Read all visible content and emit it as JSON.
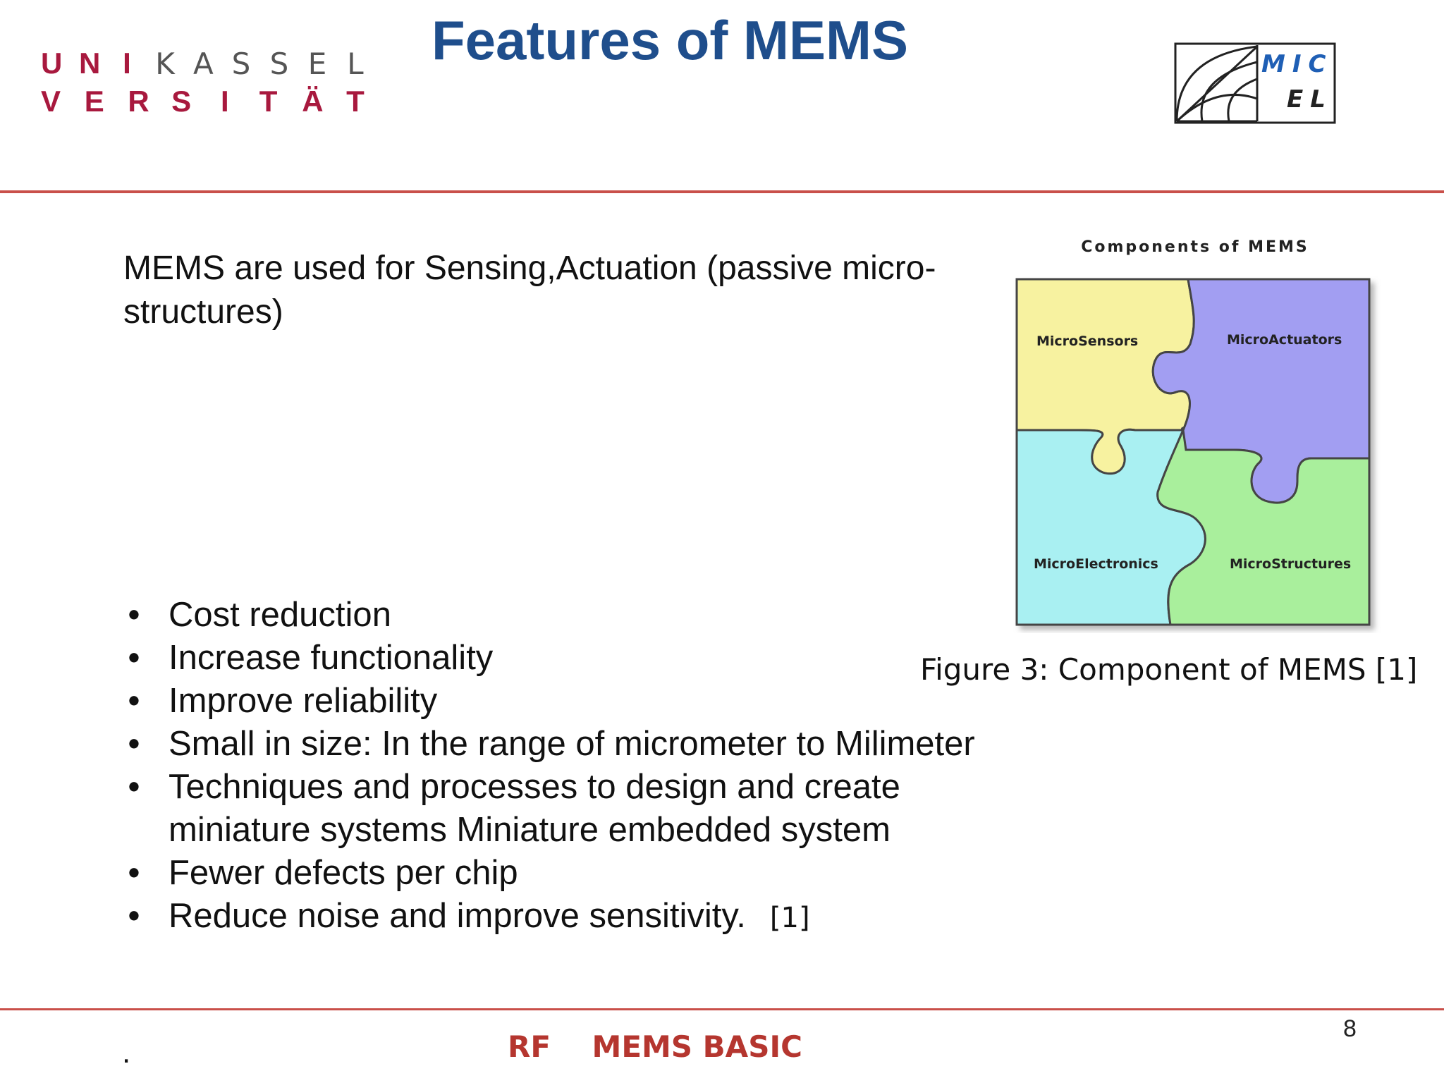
{
  "header": {
    "title": "Features of MEMS",
    "uni_logo": {
      "row1": [
        "U",
        "N",
        "I",
        "K",
        "A",
        "S",
        "S",
        "E",
        "L"
      ],
      "row2": [
        "V",
        "E",
        "R",
        "S",
        "I",
        "T",
        "Ä",
        "T"
      ]
    },
    "micel_logo": {
      "line1": "MIC",
      "line2": "EL"
    }
  },
  "intro": "MEMS are used for Sensing,Actuation (passive micro-structures)",
  "bullets": [
    "Cost reduction",
    "Increase functionality",
    "Improve reliability",
    "Small in size: In the range of micrometer to Milimeter",
    "Techniques and processes to design and  create miniature systems Miniature  embedded system",
    "Fewer defects per chip",
    "Reduce noise and improve sensitivity."
  ],
  "bullet_glyph": "•",
  "bullets_citation": "[1]",
  "figure": {
    "title": "Components of MEMS",
    "pieces": [
      {
        "label": "MicroSensors",
        "color": "#f7f2a0"
      },
      {
        "label": "MicroActuators",
        "color": "#a29ef2"
      },
      {
        "label": "MicroElectronics",
        "color": "#a9f0f2"
      },
      {
        "label": "MicroStructures",
        "color": "#a9ef9c"
      }
    ],
    "caption": "Figure  3: Component of MEMS [1]"
  },
  "footer": {
    "text": "RF    MEMS BASIC",
    "page_number": "8",
    "dot": "."
  },
  "colors": {
    "title": "#1f4e8c",
    "rule": "#c9504a",
    "uni": "#a8193e",
    "footer": "#b5362f"
  }
}
